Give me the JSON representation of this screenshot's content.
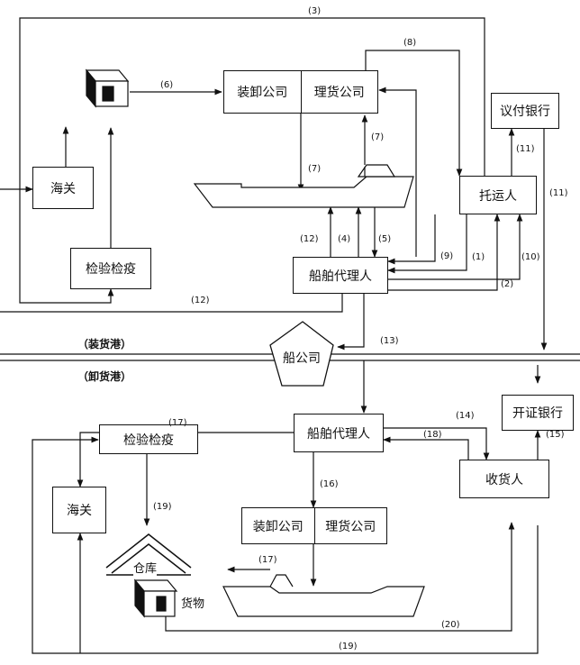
{
  "loading_port": {
    "title": "（装货港）",
    "customs": "海关",
    "inspection": "检验检疫",
    "stevedore": "装卸公司",
    "tally": "理货公司",
    "bank": "议付银行",
    "shipper": "托运人",
    "agent": "船舶代理人"
  },
  "shipping_company": "船公司",
  "discharge_port": {
    "title": "（卸货港）",
    "agent": "船舶代理人",
    "issuing_bank": "开证银行",
    "inspection": "检验检疫",
    "customs": "海关",
    "stevedore": "装卸公司",
    "tally": "理货公司",
    "consignee": "收货人",
    "warehouse": "仓库",
    "cargo": "货物"
  },
  "step_labels": {
    "s1": "(1)",
    "s2": "(2)",
    "s3": "(3)",
    "s4": "(4)",
    "s5": "(5)",
    "s6": "(6)",
    "s7a": "(7)",
    "s7b": "(7)",
    "s8": "(8)",
    "s9": "(9)",
    "s10": "(10)",
    "s11a": "(11)",
    "s11b": "(11)",
    "s12a": "(12)",
    "s12b": "(12)",
    "s13": "(13)",
    "s14": "(14)",
    "s15": "(15)",
    "s16": "(16)",
    "s17a": "(17)",
    "s17b": "(17)",
    "s18": "(18)",
    "s19a": "(19)",
    "s19b": "(19)",
    "s20": "(20)"
  }
}
